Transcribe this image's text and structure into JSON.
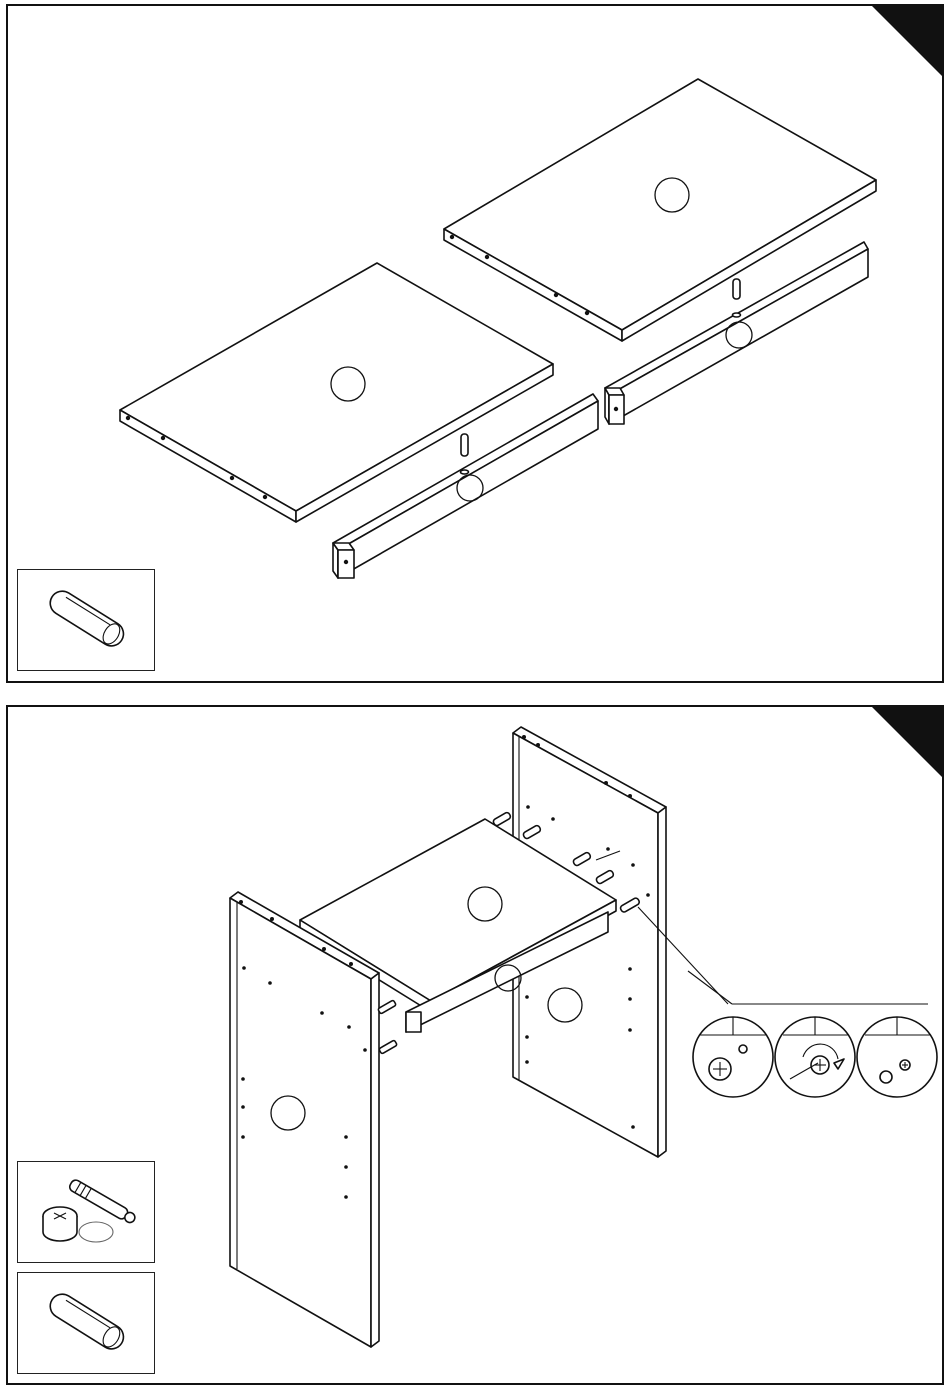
{
  "colors": {
    "line": "#111111",
    "background": "#ffffff"
  },
  "steps": [
    {
      "panel": "step-1",
      "corner_marker": "corner-triangle",
      "hardware": [
        "wooden-dowel-icon"
      ]
    },
    {
      "panel": "step-2",
      "corner_marker": "corner-triangle",
      "hardware": [
        "cam-lock-fitting-icon",
        "wooden-dowel-icon"
      ],
      "detail_sequence": [
        "insert-cam-icon",
        "rotate-cam-icon",
        "locked-cam-icon"
      ]
    }
  ]
}
